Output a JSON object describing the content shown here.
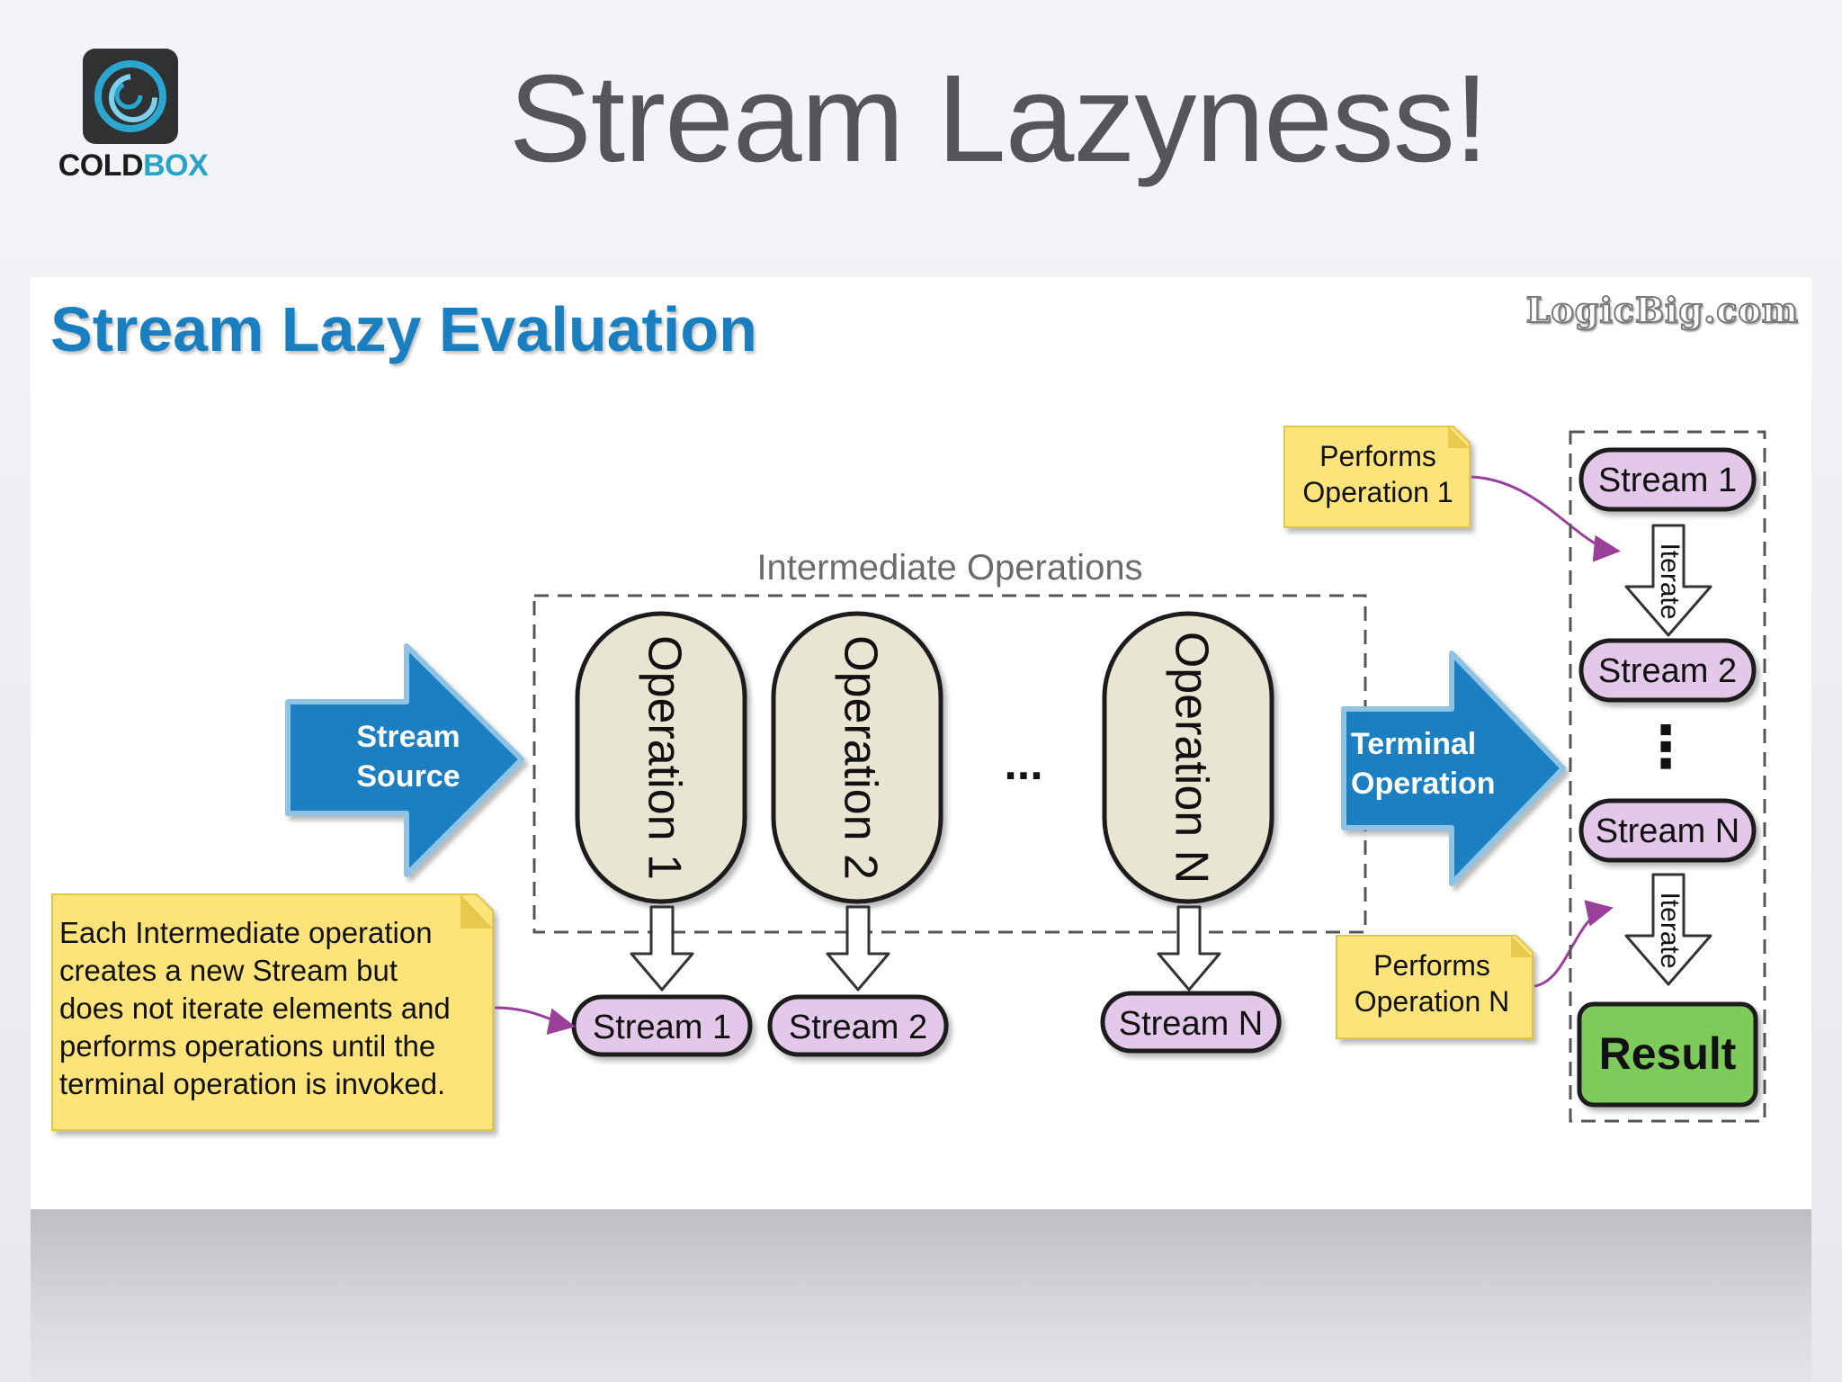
{
  "logo": {
    "word_cold": "COLD",
    "word_box": "BOX",
    "icon": "swirl-icon"
  },
  "slide_title": "Stream Lazyness!",
  "panel": {
    "title": "Stream Lazy Evaluation",
    "watermark": "LogicBig.com",
    "diagram": {
      "intermediate_label": "Intermediate Operations",
      "source_arrow": [
        "Stream",
        "Source"
      ],
      "terminal_arrow": [
        "Terminal",
        "Operation"
      ],
      "operations": [
        "Operation 1",
        "Operation 2",
        "Operation N"
      ],
      "ellipsis": "...",
      "output_streams": [
        "Stream 1",
        "Stream 2",
        "Stream N"
      ],
      "note_intermediate": [
        "Each Intermediate operation",
        "creates a new Stream but",
        "does not iterate elements and",
        "performs operations until the",
        "terminal operation is invoked."
      ],
      "note_op1": [
        "Performs",
        "Operation 1"
      ],
      "note_opN": [
        "Performs",
        "Operation N"
      ],
      "result_column": {
        "streams": [
          "Stream 1",
          "Stream 2",
          "Stream N"
        ],
        "iterate_label": "Iterate",
        "vertical_ellipsis": "⋮",
        "result": "Result"
      }
    }
  },
  "colors": {
    "accent_blue": "#1a7fc1",
    "operation_fill": "#e8e5d3",
    "stream_fill": "#e3c8e9",
    "note_fill": "#fde47a",
    "result_fill": "#7ecb5c",
    "connector_purple": "#9a3f9a"
  }
}
